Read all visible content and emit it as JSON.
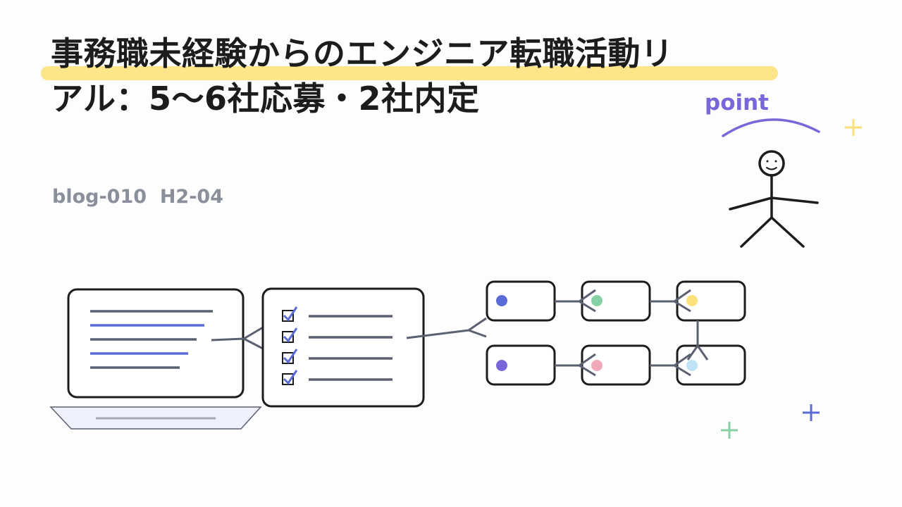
{
  "title": {
    "line1": "事務職未経験からのエンジニア転職活動リ",
    "line2": "アル：5〜6社応募・2社内定"
  },
  "subtitle": "blog-010  H2-04",
  "point_label": "point",
  "colors": {
    "highlight": "#fde68a",
    "ink": "#1c1c1c",
    "accent_blue": "#5b6bd5",
    "accent_purple": "#7b66d9",
    "gray": "#8a8f9c",
    "dot_blue": "#5b6bd5",
    "dot_green": "#86d0a6",
    "dot_yellow": "#fce07a",
    "dot_purple": "#7b66d9",
    "dot_pink": "#f0a8b8",
    "dot_lightblue": "#bfe3f5"
  }
}
